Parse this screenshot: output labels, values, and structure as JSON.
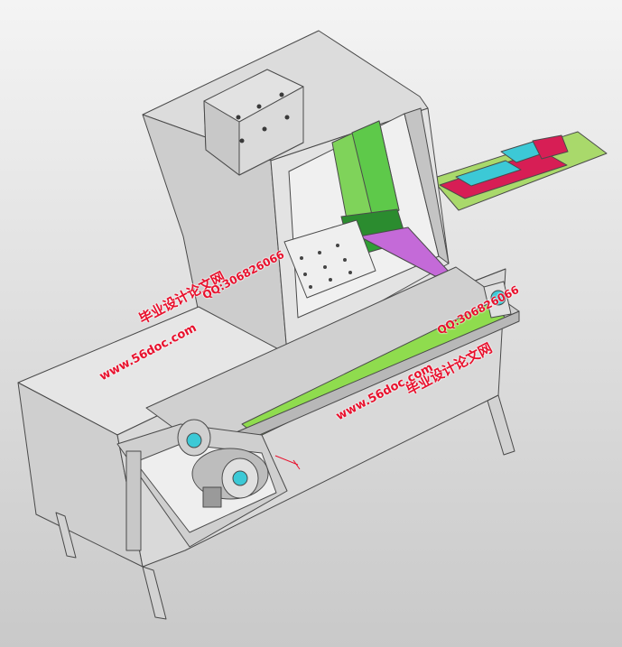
{
  "colors": {
    "background_top": "#f4f4f4",
    "background_bottom": "#c9c9c9",
    "housing": "#d6d6d6",
    "edges": "#4a4a4a",
    "green": "#8fdc4e",
    "dark_green": "#2f9e34",
    "purple": "#c46ad8",
    "crimson": "#d71e55",
    "cyan": "#3cc9d6",
    "watermark": "#e8112d"
  },
  "watermarks": [
    {
      "lines": [
        "毕业设计论文网",
        "QQ:306826066",
        "www.56doc.com"
      ]
    },
    {
      "lines": [
        "QQ:306826066",
        "毕业设计论文网",
        "www.56doc.com"
      ]
    }
  ],
  "icons": [
    "axis-triad-icon"
  ]
}
